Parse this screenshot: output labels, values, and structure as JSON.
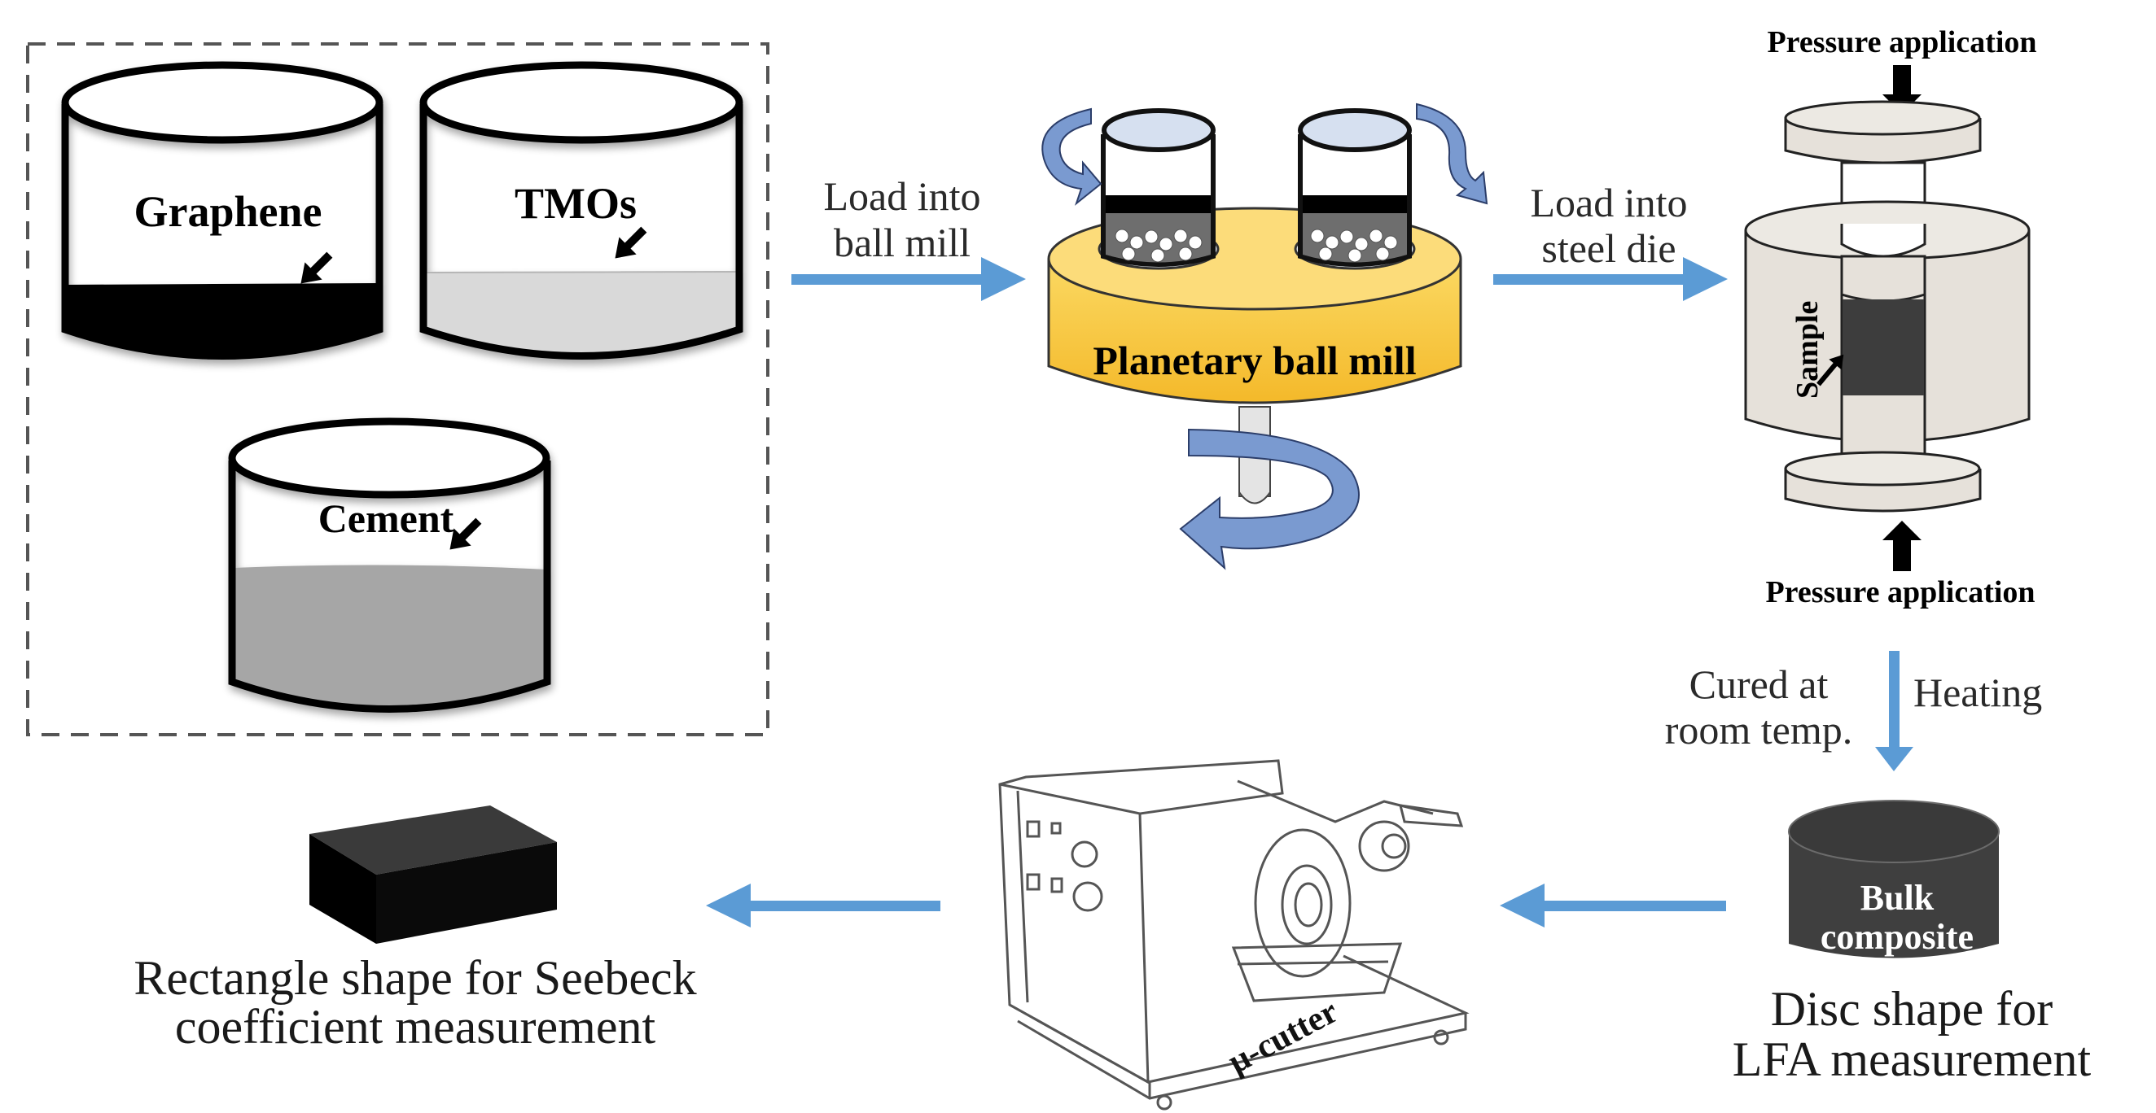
{
  "figure": {
    "materials": {
      "graphene": "Graphene",
      "tmos": "TMOs",
      "cement": "Cement"
    },
    "steps": {
      "load_ball_mill_line1": "Load into",
      "load_ball_mill_line2": "ball mill",
      "ball_mill_label": "Planetary ball mill",
      "load_die_line1": "Load into",
      "load_die_line2": "steel die",
      "pressure_top": "Pressure application",
      "sample_label": "Sample",
      "pressure_bottom": "Pressure application",
      "cured_line1": "Cured at",
      "cured_line2": "room temp.",
      "heating": "Heating",
      "bulk_line1": "Bulk",
      "bulk_line2": "composite",
      "disc_caption_line1": "Disc shape for",
      "disc_caption_line2": "LFA measurement",
      "cutter_label": "μ-cutter",
      "rect_caption_line1": "Rectangle shape for Seebeck",
      "rect_caption_line2": "coefficient measurement"
    },
    "colors": {
      "flow_arrow": "#5b9bd5",
      "mill_yellow": "#f8c630",
      "rotation_arrow": "#7a9ad0",
      "graphene_fill": "#000000",
      "tmos_fill": "#d9d9d9",
      "cement_fill": "#a6a6a6",
      "die_fill": "#e6e1da",
      "sample_fill": "#3d3d3d",
      "bulk_fill": "#3f3f3f"
    }
  }
}
